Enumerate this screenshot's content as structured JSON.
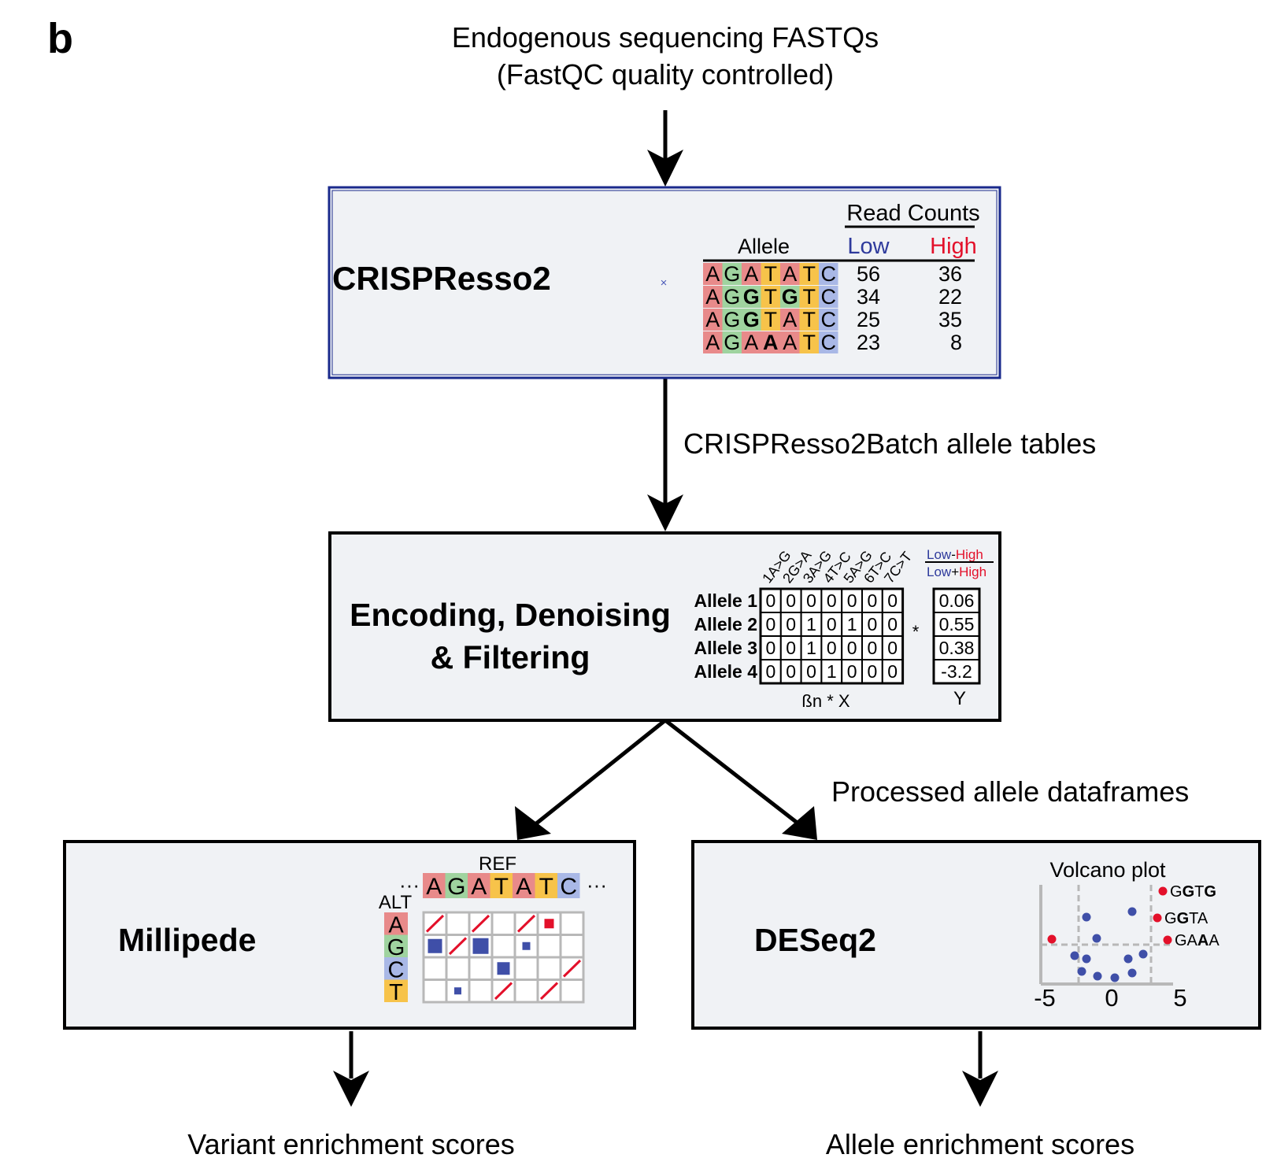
{
  "panel_label": "b",
  "input": {
    "line1": "Endogenous sequencing FASTQs",
    "line2": "(FastQC quality controlled)"
  },
  "crispresso": {
    "title": "CRISPResso2",
    "marker": "×",
    "read_counts_label": "Read Counts",
    "allele_label": "Allele",
    "low_label": "Low",
    "high_label": "High",
    "rows": [
      {
        "bases": [
          "A",
          "G",
          "A",
          "T",
          "A",
          "T",
          "C"
        ],
        "bold": [],
        "low": "56",
        "high": "36"
      },
      {
        "bases": [
          "A",
          "G",
          "G",
          "T",
          "G",
          "T",
          "C"
        ],
        "bold": [
          2,
          4
        ],
        "low": "34",
        "high": "22"
      },
      {
        "bases": [
          "A",
          "G",
          "G",
          "T",
          "A",
          "T",
          "C"
        ],
        "bold": [
          2
        ],
        "low": "25",
        "high": "35"
      },
      {
        "bases": [
          "A",
          "G",
          "A",
          "A",
          "A",
          "T",
          "C"
        ],
        "bold": [
          3
        ],
        "low": "23",
        "high": "8"
      }
    ]
  },
  "edge_label_1": "CRISPResso2Batch allele tables",
  "encoding": {
    "title_line1": "Encoding, Denoising",
    "title_line2": "& Filtering",
    "columns": [
      "1A>G",
      "2G>A",
      "3A>G",
      "4T>C",
      "5A>G",
      "6T>C",
      "7C>T"
    ],
    "row_labels": [
      "Allele 1",
      "Allele 2",
      "Allele 3",
      "Allele 4"
    ],
    "matrix": [
      [
        "0",
        "0",
        "0",
        "0",
        "0",
        "0",
        "0"
      ],
      [
        "0",
        "0",
        "1",
        "0",
        "1",
        "0",
        "0"
      ],
      [
        "0",
        "0",
        "1",
        "0",
        "0",
        "0",
        "0"
      ],
      [
        "0",
        "0",
        "0",
        "1",
        "0",
        "0",
        "0"
      ]
    ],
    "star": "*",
    "y_header_num_low": "Low",
    "y_header_num_op": "-",
    "y_header_num_high": "High",
    "y_header_den_low": "Low",
    "y_header_den_op": "+",
    "y_header_den_high": "High",
    "y_values": [
      "0.06",
      "0.55",
      "0.38",
      "-3.2"
    ],
    "x_caption": "ßn * X",
    "y_caption": "Y"
  },
  "edge_label_2": "Processed allele dataframes",
  "millipede": {
    "title": "Millipede",
    "ref_label": "REF",
    "alt_label": "ALT",
    "ellipsis": "···",
    "ref_bases": [
      "A",
      "G",
      "A",
      "T",
      "A",
      "T",
      "C"
    ],
    "alt_bases": [
      "A",
      "G",
      "C",
      "T"
    ]
  },
  "deseq": {
    "title": "DESeq2",
    "volcano_title": "Volcano plot",
    "x_ticks": [
      "-5",
      "0",
      "5"
    ],
    "labels": [
      {
        "pre": "G",
        "bold": "G",
        "mid": "T",
        "bold2": "G",
        "post": ""
      },
      {
        "pre": "G",
        "bold": "G",
        "mid": "TA",
        "bold2": "",
        "post": ""
      },
      {
        "pre": "GA",
        "bold": "A",
        "mid": "A",
        "bold2": "",
        "post": ""
      }
    ]
  },
  "outputs": {
    "left": "Variant enrichment scores",
    "right": "Allele enrichment scores"
  },
  "colors": {
    "A": "#e88a8a",
    "G": "#9fd39f",
    "T": "#f7c34a",
    "C": "#a9b8e6",
    "low_blue": "#2e3a9c",
    "high_red": "#e3102a",
    "box_fill": "#f0f2f5",
    "dot_blue": "#3f4fa8",
    "dot_red": "#e3102a",
    "grid_gray": "#b8b8b8"
  }
}
